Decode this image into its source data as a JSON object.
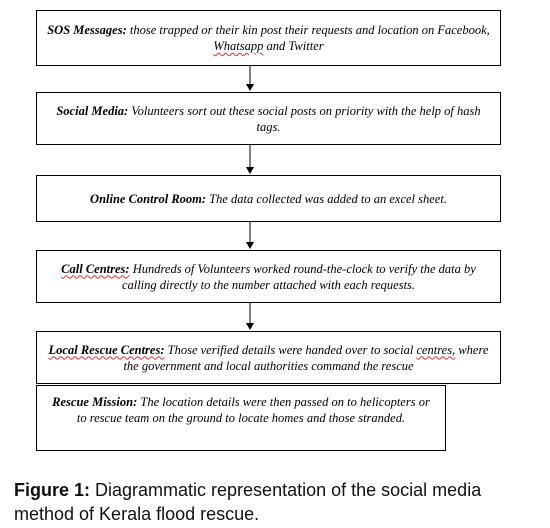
{
  "steps": [
    {
      "label": "SOS Messages:",
      "text_parts": [
        " those trapped or their kin post their requests  and location on Facebook, ",
        "Whatsapp",
        " and Twitter"
      ]
    },
    {
      "label": "Social Media:",
      "text": " Volunteers sort out these social posts on priority with the help of hash tags."
    },
    {
      "label": "Online Control Room:",
      "text": " The data collected was added to an excel sheet."
    },
    {
      "label": "Call Centres:",
      "text": " Hundreds of Volunteers worked round-the-clock to verify the data by calling directly to the number attached with each requests."
    },
    {
      "label": "Local Rescue Centres:",
      "text_parts": [
        " Those verified details were handed over to social ",
        "centres,",
        " where the government  and local authorities command the rescue"
      ]
    },
    {
      "label": "Rescue Mission:",
      "text": " The location details were then passed on to helicopters  or to rescue team on the ground to locate homes and those stranded."
    }
  ],
  "caption": {
    "figure_label": "Figure 1:",
    "text": " Diagrammatic representation of the social media method of Kerala flood rescue."
  }
}
